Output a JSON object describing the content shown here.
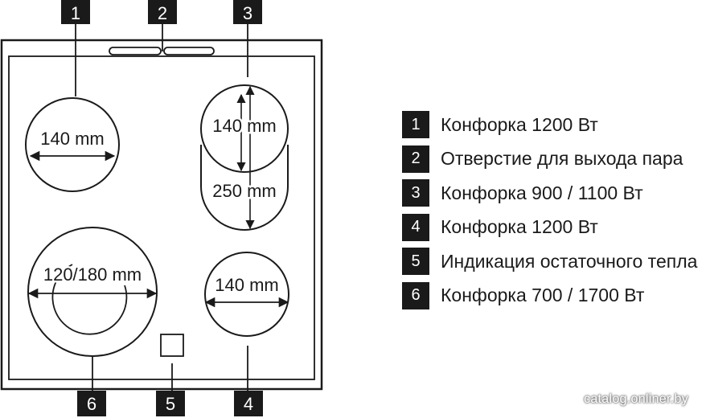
{
  "callouts": {
    "1": "1",
    "2": "2",
    "3": "3",
    "4": "4",
    "5": "5",
    "6": "6"
  },
  "dimensions": {
    "burner1": "140 mm",
    "burner3_small": "140 mm",
    "burner3_large": "250 mm",
    "burner4": "140 mm",
    "burner6": "120/180 mm"
  },
  "legend": [
    {
      "num": "1",
      "text": "Конфорка 1200 Вт"
    },
    {
      "num": "2",
      "text": "Отверстие для выхода пара"
    },
    {
      "num": "3",
      "text": "Конфорка 900 / 1100 Вт"
    },
    {
      "num": "4",
      "text": "Конфорка 1200 Вт"
    },
    {
      "num": "5",
      "text": "Индикация остаточного тепла"
    },
    {
      "num": "6",
      "text": "Конфорка 700 / 1700 Вт"
    }
  ],
  "watermark": "catalog.onliner.by",
  "colors": {
    "stroke": "#1a1a1a",
    "badge": "#1a1a1a",
    "background": "#ffffff"
  }
}
